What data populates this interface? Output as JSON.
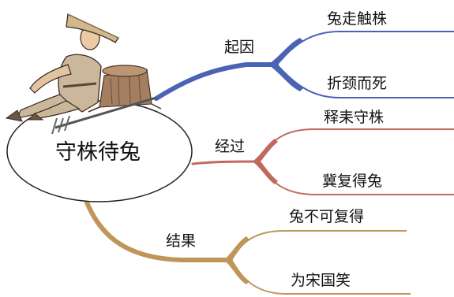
{
  "center": {
    "title": "守株待兔"
  },
  "branches": [
    {
      "label": "起因",
      "color": "#4a63b4",
      "leaves": [
        "兔走触株",
        "折颈而死"
      ]
    },
    {
      "label": "经过",
      "color": "#c06a5e",
      "leaves": [
        "释耒守株",
        "冀复得兔"
      ]
    },
    {
      "label": "结果",
      "color": "#bf955a",
      "leaves": [
        "兔不可复得",
        "为宋国笑"
      ]
    }
  ],
  "illustration": "farmer-sitting-by-tree-stump"
}
